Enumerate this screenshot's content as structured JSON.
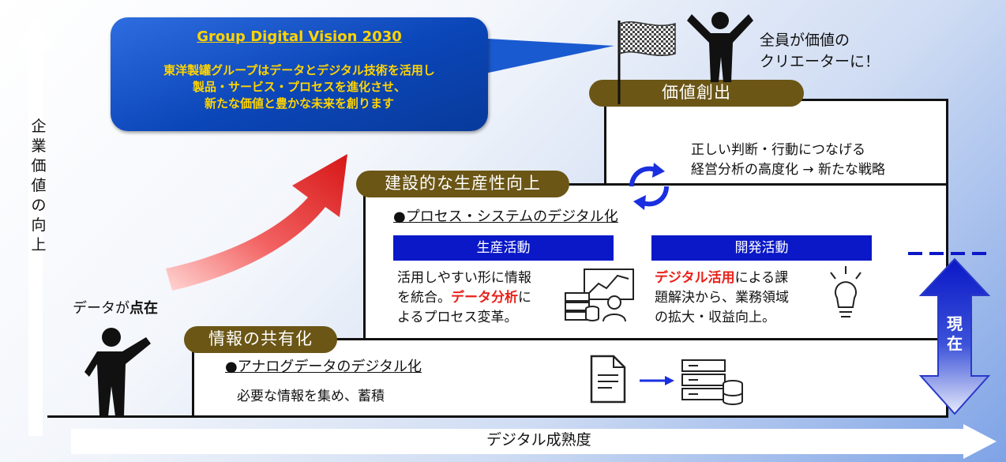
{
  "vision": {
    "title": "Group Digital Vision 2030",
    "line1": "東洋製罐グループはデータとデジタル技術を活用し",
    "line2": "製品・サービス・プロセスを進化させ、",
    "line3": "新たな価値と豊かな未来を創ります"
  },
  "axes": {
    "y_label": "企業価値の向上",
    "x_label": "デジタル成熟度"
  },
  "goal_text": {
    "line1": "全員が価値の",
    "line2": "クリエーターに！"
  },
  "start_text": {
    "prefix": "データが",
    "emphasis": "点在"
  },
  "now_label": "現在",
  "stage3": {
    "title": "価値創出",
    "line1": "正しい判断・行動につなげる",
    "line2": "経営分析の高度化 → 新たな戦略"
  },
  "stage2": {
    "title": "建設的な生産性向上",
    "heading": "●プロセス・システムのデジタル化",
    "left": {
      "bar": "生産活動",
      "line1": "活用しやすい形に情報",
      "line2_a": "を統合。",
      "line2_red": "データ分析",
      "line2_b": "に",
      "line3": "よるプロセス変革。"
    },
    "right": {
      "bar": "開発活動",
      "line1_red": "デジタル活用",
      "line1_b": "による課",
      "line2": "題解決から、業務領域",
      "line3": "の拡大・収益向上。"
    }
  },
  "stage1": {
    "title": "情報の共有化",
    "heading": "●アナログデータのデジタル化",
    "body": "必要な情報を集め、蓄積"
  },
  "colors": {
    "pill": "#6b5616",
    "bar_blue": "#0a18c7",
    "red_accent": "#e8221b",
    "vision_text": "#ffd400",
    "vision_bg": "#0b46b8"
  }
}
